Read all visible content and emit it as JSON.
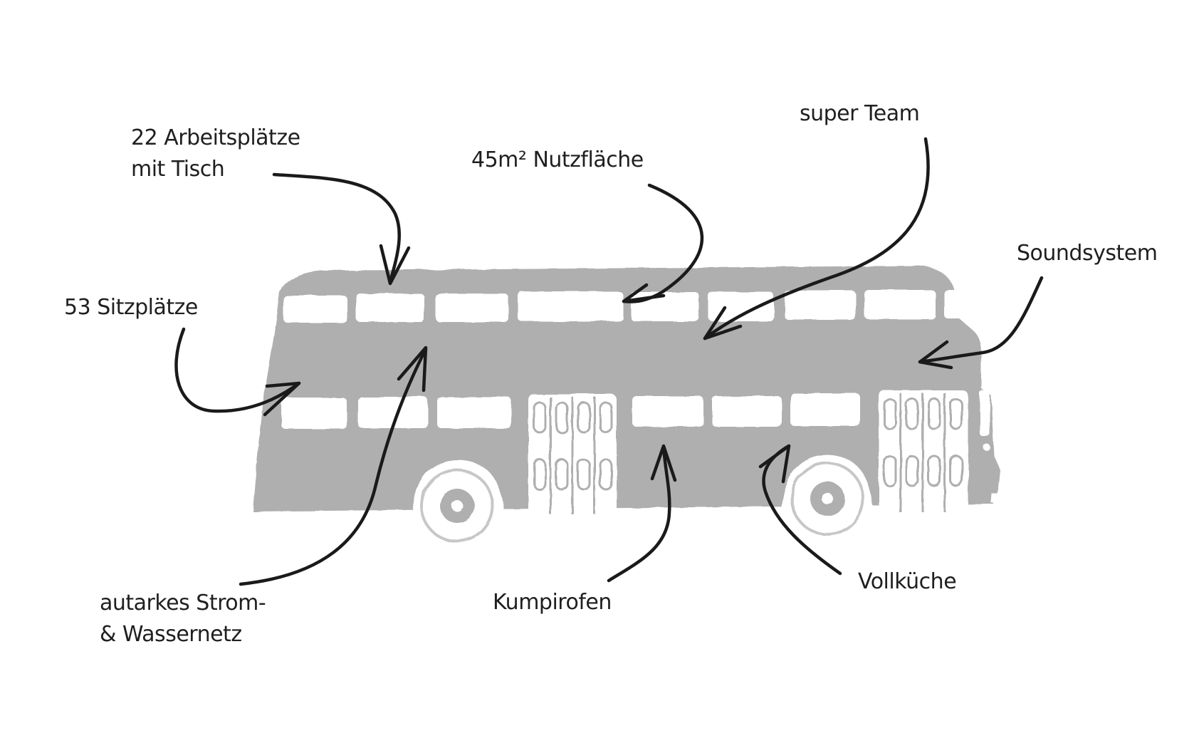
{
  "labels": {
    "arbeitsplaetze": {
      "line1": "22 Arbeitsplätze",
      "line2": "mit Tisch"
    },
    "nutzflaeche": {
      "text": "45m² Nutzfläche"
    },
    "super_team": {
      "text": "super Team"
    },
    "soundsystem": {
      "text": "Soundsystem"
    },
    "sitzplaetze": {
      "text": "53 Sitzplätze"
    },
    "strom_wasser": {
      "line1": "autarkes Strom-",
      "line2": "& Wassernetz"
    },
    "kumpirofen": {
      "text": "Kumpirofen"
    },
    "vollkueche": {
      "text": "Vollküche"
    }
  },
  "colors": {
    "bus_body": "#b0afb0",
    "bus_detail": "#ffffff",
    "arrow": "#1a1a1a",
    "text": "#1f1f1f"
  }
}
